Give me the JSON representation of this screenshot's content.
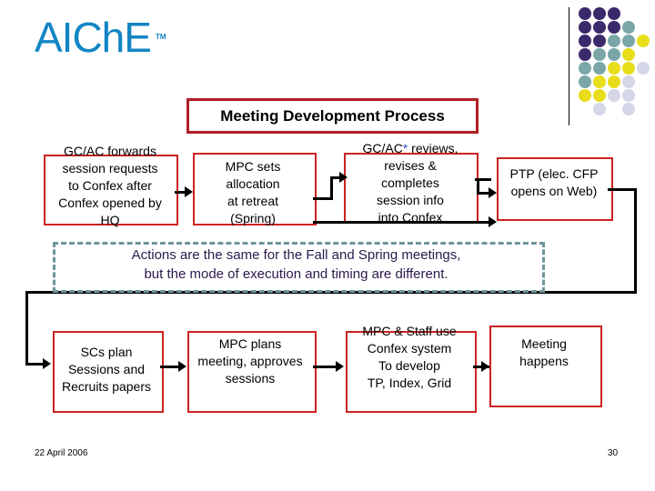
{
  "brand": {
    "logo_text": "AIChE",
    "trademark": "TM"
  },
  "slide": {
    "title": "Meeting Development Process",
    "footer_date": "22 April 2006",
    "page_number": "30"
  },
  "colors": {
    "logo_blue": "#1385c4",
    "box_red": "#cc2222",
    "title_border_red": "#b01f24",
    "note_dashed_teal": "#6f9599",
    "note_text_purple": "#2b1a4d",
    "connector_black": "#000000",
    "dot_purple": "#3b2a6b",
    "dot_teal": "#7aa6a8",
    "dot_yellow": "#e8dd1a",
    "dot_lavender": "#d5d6e8"
  },
  "flow": {
    "row1": [
      {
        "id": "box1",
        "lines": [
          "GC/AC forwards",
          "session requests",
          "to Confex after",
          "Confex opened by",
          "HQ"
        ]
      },
      {
        "id": "box2",
        "lines": [
          "MPC sets",
          "allocation",
          "at retreat",
          "(Spring)"
        ]
      },
      {
        "id": "box3",
        "lines": [
          "GC/AC* reviews,",
          "revises &",
          "completes",
          "session info",
          "into Confex"
        ]
      },
      {
        "id": "box4",
        "lines": [
          "PTP (elec. CFP",
          "opens on Web)"
        ]
      }
    ],
    "note": [
      "Actions are the same for the Fall and Spring meetings,",
      "but the mode of execution and timing are different."
    ],
    "row2": [
      {
        "id": "box5",
        "lines": [
          "SCs plan",
          "Sessions and",
          "Recruits papers"
        ]
      },
      {
        "id": "box6",
        "lines": [
          "MPC plans",
          "meeting, approves",
          "sessions"
        ]
      },
      {
        "id": "box7",
        "lines": [
          "MPC & Staff use",
          "Confex system",
          "To develop",
          "TP, Index, Grid"
        ]
      },
      {
        "id": "box8",
        "lines": [
          "Meeting",
          "happens"
        ]
      }
    ]
  },
  "dotgrid": {
    "rows": [
      [
        "purple",
        "purple",
        "purple",
        "none",
        "none"
      ],
      [
        "purple",
        "purple",
        "purple",
        "teal",
        "none"
      ],
      [
        "purple",
        "purple",
        "teal",
        "teal",
        "yellow"
      ],
      [
        "purple",
        "teal",
        "teal",
        "yellow",
        "none"
      ],
      [
        "teal",
        "teal",
        "yellow",
        "yellow",
        "lavender"
      ],
      [
        "teal",
        "yellow",
        "yellow",
        "lavender",
        "none"
      ],
      [
        "yellow",
        "yellow",
        "lavender",
        "lavender",
        "none"
      ],
      [
        "none",
        "lavender",
        "none",
        "lavender",
        "none"
      ]
    ]
  }
}
